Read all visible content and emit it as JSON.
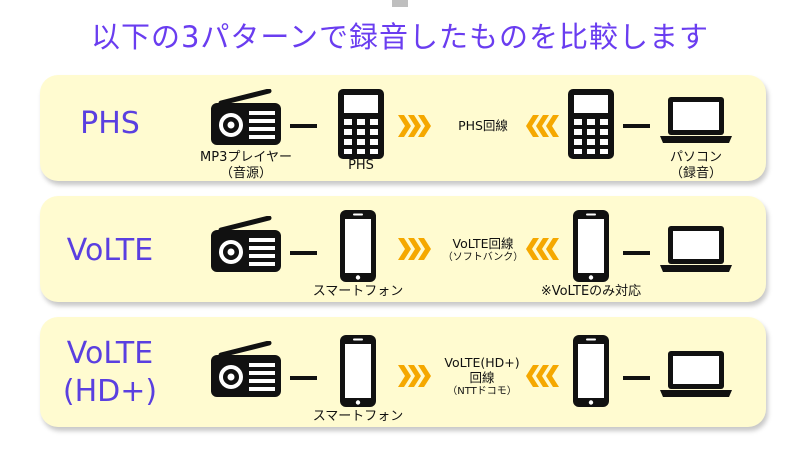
{
  "title": "以下の3パターンで録音したものを比較します",
  "colors": {
    "title": "#6a3df0",
    "row_label": "#5a3fe0",
    "panel_bg": "#fffbd0",
    "arrow": "#f5a800",
    "icon": "#111111"
  },
  "rows": [
    {
      "label": "PHS",
      "source_caption": "MP3プレイヤー",
      "source_caption_sub": "（音源）",
      "phone_caption": "PHS",
      "line_label": "PHS回線",
      "recorder_caption": "パソコン",
      "recorder_caption_sub": "（録音）"
    },
    {
      "label": "VoLTE",
      "phone_caption": "スマートフォン",
      "line_label": "VoLTE回線",
      "line_label_sub": "（ソフトバンク）",
      "note": "※VoLTEのみ対応"
    },
    {
      "label_line1": "VoLTE",
      "label_line2": "(HD+)",
      "phone_caption": "スマートフォン",
      "line_label_line1": "VoLTE(HD+)",
      "line_label_line2": "回線",
      "line_label_sub": "（NTTドコモ）"
    }
  ],
  "icons": [
    "radio-icon",
    "feature-phone-icon",
    "smartphone-icon",
    "laptop-icon",
    "chevron-arrows-icon"
  ]
}
